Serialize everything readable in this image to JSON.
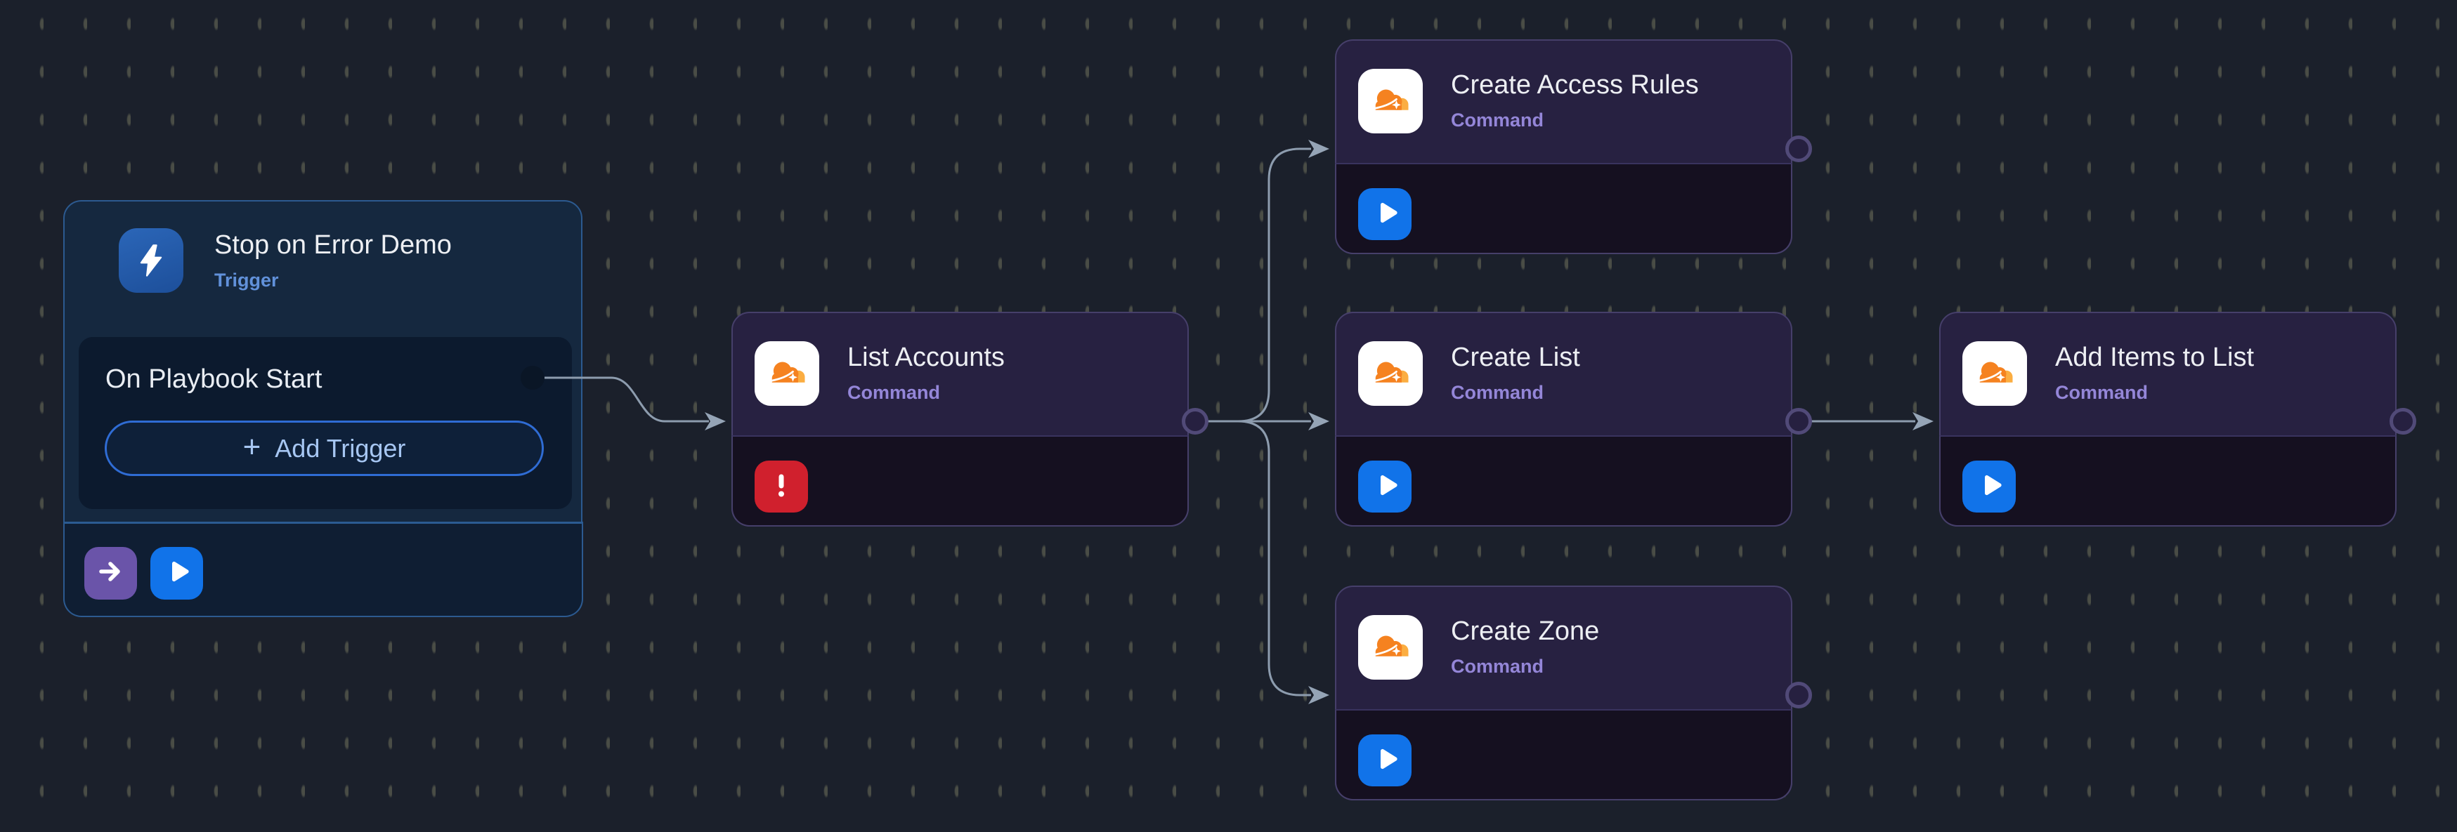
{
  "workflow": {
    "trigger_node": {
      "title": "Stop on Error Demo",
      "type_label": "Trigger",
      "icon": "lightning-icon",
      "trigger_row_label": "On Playbook Start",
      "add_trigger_plus": "+",
      "add_trigger_label": "Add Trigger",
      "footer_buttons": [
        "arrow-right-icon",
        "play-icon"
      ]
    },
    "nodes": {
      "list_accounts": {
        "title": "List Accounts",
        "type_label": "Command",
        "icon": "cloudflare-icon",
        "status_icon": "error-icon"
      },
      "create_access_rules": {
        "title": "Create Access Rules",
        "type_label": "Command",
        "icon": "cloudflare-icon",
        "status_icon": "play-icon"
      },
      "create_list": {
        "title": "Create List",
        "type_label": "Command",
        "icon": "cloudflare-icon",
        "status_icon": "play-icon"
      },
      "create_zone": {
        "title": "Create Zone",
        "type_label": "Command",
        "icon": "cloudflare-icon",
        "status_icon": "play-icon"
      },
      "add_items_to_list": {
        "title": "Add Items to List",
        "type_label": "Command",
        "icon": "cloudflare-icon",
        "status_icon": "play-icon"
      }
    },
    "connections": [
      "trigger:on-playbook-start -> list_accounts",
      "list_accounts -> create_access_rules",
      "list_accounts -> create_list",
      "list_accounts -> create_zone",
      "create_list -> add_items_to_list"
    ]
  },
  "colors": {
    "canvas_bg": "#1b202b",
    "grid_dot": "#4a4d46",
    "connector": "#8d9cae",
    "trigger_node_bg": "#15283f",
    "trigger_node_border": "#2c5a90",
    "trigger_panel_bg": "#0c1a2e",
    "trigger_accent": "#6191da",
    "add_trigger_border": "#2f6cd4",
    "add_trigger_text": "#a6c6f2",
    "command_header_bg": "#272141",
    "command_footer_bg": "#151020",
    "command_border": "#463f6a",
    "command_accent": "#9486d8",
    "title_text": "#edeff3",
    "play_button_blue": "#1173e9",
    "error_red": "#d0202d",
    "nav_button_purple": "#6a54a9",
    "lightning_button_blue": "#2258a8",
    "cloudflare_orange": "#F58220",
    "cloudflare_light_orange": "#FBAD41",
    "port_ring": "#514a78",
    "port_fill": "#262040",
    "trigger_port_fill": "#0a1626"
  }
}
